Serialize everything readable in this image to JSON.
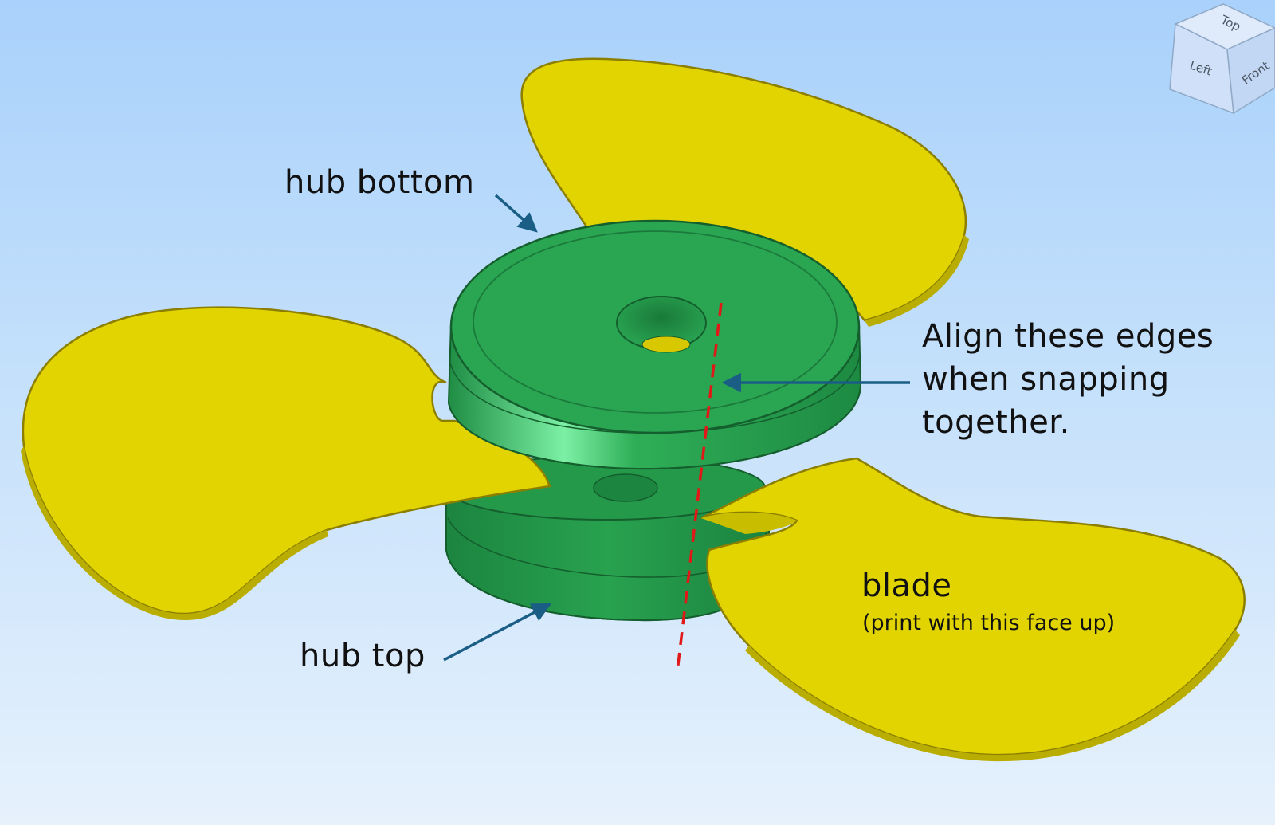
{
  "labels": {
    "hub_bottom": "hub bottom",
    "hub_top": "hub top",
    "align_line1": "Align these edges",
    "align_line2": "when snapping",
    "align_line3": "together.",
    "blade": "blade",
    "blade_note": "(print with this face up)"
  },
  "view_cube": {
    "top": "Top",
    "left": "Left",
    "front": "Front"
  },
  "colors": {
    "blade": "#e1d400",
    "blade_edge": "#8c7f00",
    "hub": "#2aa552",
    "hub_dark": "#1d8a42",
    "hub_highlight": "#7cf0a5",
    "arrow": "#1a5e85",
    "align_line": "#e01818"
  },
  "icons": {
    "view_cube": "navigation-view-cube-icon"
  }
}
